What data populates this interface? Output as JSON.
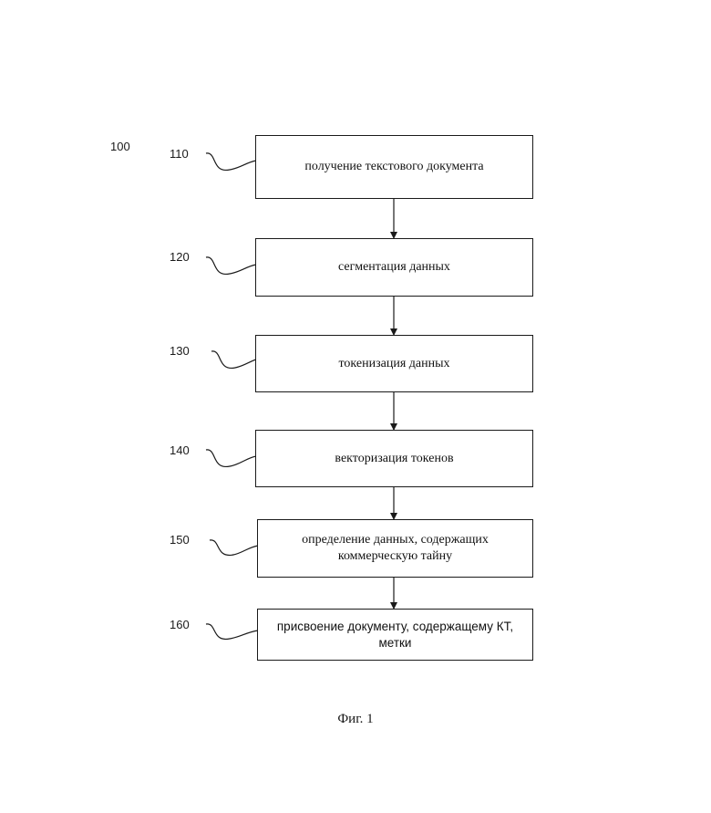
{
  "diagram": {
    "figure_number": "100",
    "steps": [
      {
        "ref": "110",
        "text": "получение текстового документа"
      },
      {
        "ref": "120",
        "text": "сегментация данных"
      },
      {
        "ref": "130",
        "text": "токенизация данных"
      },
      {
        "ref": "140",
        "text": "векторизация токенов"
      },
      {
        "ref": "150",
        "text": "определение данных, содержащих коммерческую тайну"
      },
      {
        "ref": "160",
        "text": "присвоение документу, содержащему КТ, метки"
      }
    ],
    "caption": "Фиг. 1"
  }
}
